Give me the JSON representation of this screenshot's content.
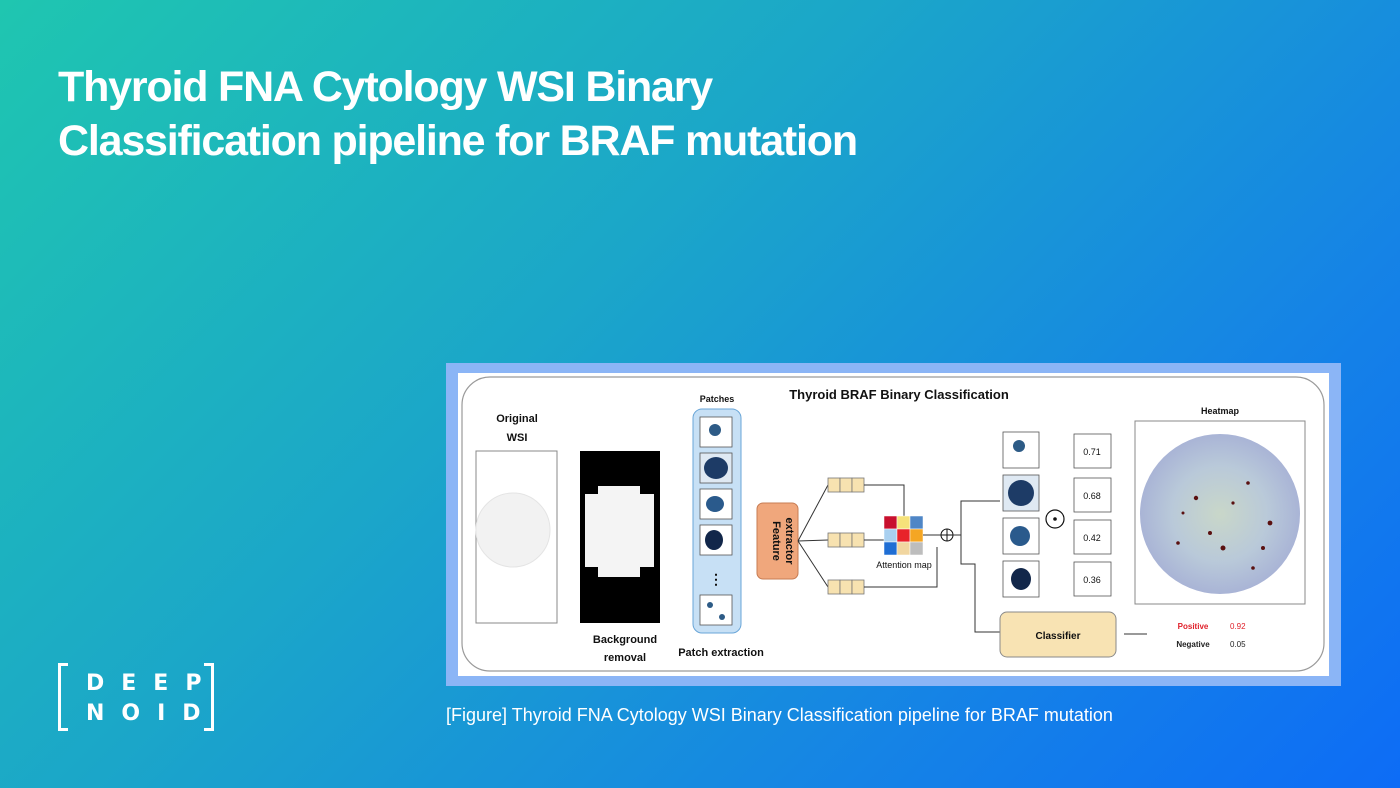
{
  "title": {
    "line1": "Thyroid FNA Cytology WSI Binary",
    "line2": "Classification pipeline for BRAF mutation"
  },
  "logo": {
    "row1": "DEEP",
    "row2": "NOID"
  },
  "figure": {
    "heading": "Thyroid BRAF Binary Classification",
    "original_label": [
      "Original",
      "WSI"
    ],
    "background_label": [
      "Background",
      "removal"
    ],
    "patches_label": "Patches",
    "patch_extraction_label": "Patch extraction",
    "feature_extractor_label": [
      "Feature",
      "extractor"
    ],
    "attention_map_label": "Attention map",
    "attention_colors": [
      "#c8102e",
      "#f6e27a",
      "#4f86c6",
      "#a9d0f0",
      "#e8232a",
      "#f5a623",
      "#1f6ed4",
      "#f1d6a0",
      "#bdbdbd"
    ],
    "scores": [
      "0.71",
      "0.68",
      "0.42",
      "0.36"
    ],
    "heatmap_label": "Heatmap",
    "classifier_label": "Classifier",
    "results": [
      {
        "label": "Positive",
        "value": "0.92",
        "color": "#e0202a"
      },
      {
        "label": "Negative",
        "value": "0.05",
        "color": "#222222"
      }
    ]
  },
  "caption": "[Figure] Thyroid FNA Cytology WSI Binary Classification pipeline for BRAF mutation"
}
